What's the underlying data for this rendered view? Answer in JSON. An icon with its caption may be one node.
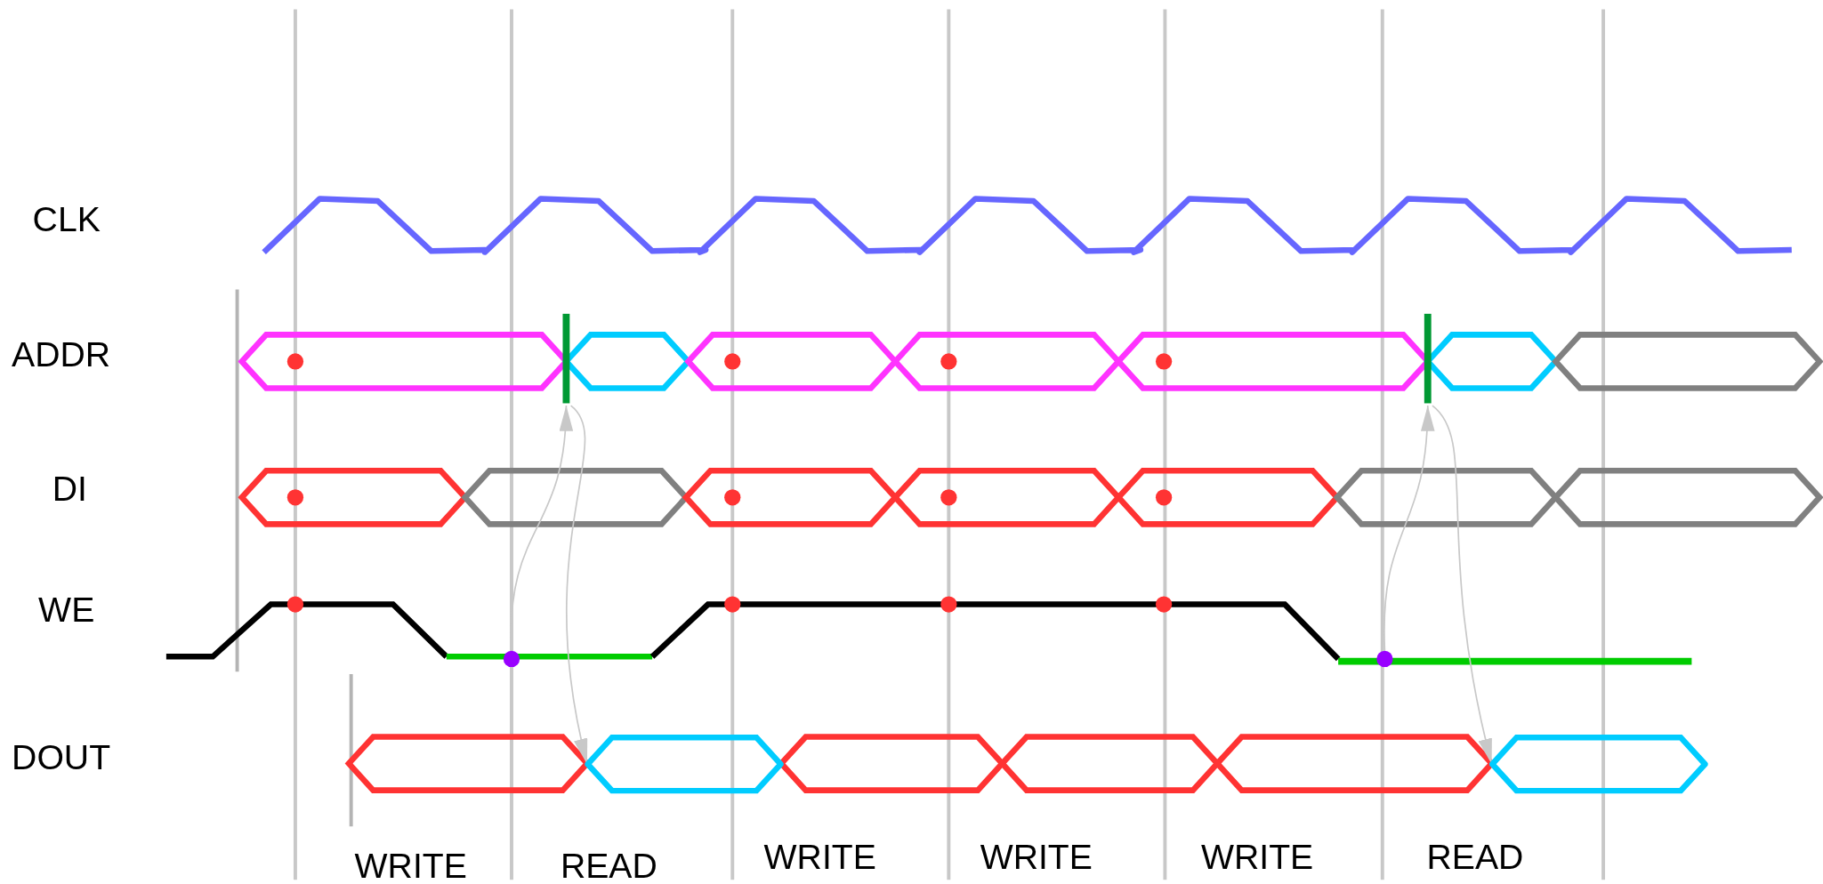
{
  "diagram": {
    "nodes": [
      {
        "text": [],
        "shape": "circle"
      },
      {
        "text": [],
        "shape": "bar"
      },
      {
        "text": [],
        "shape": "hexagon"
      },
      {
        "text": [],
        "shape": "circle"
      },
      {
        "text": [],
        "shape": "bar"
      },
      {
        "text": [],
        "shape": "hexagon"
      }
    ],
    "edges": [
      {
        "from": 0,
        "to": 1,
        "arrow": "to"
      },
      {
        "from": 1,
        "to": 2,
        "arrow": "to"
      },
      {
        "from": 3,
        "to": 4,
        "arrow": "to"
      },
      {
        "from": 4,
        "to": 5,
        "arrow": "to"
      }
    ],
    "labels": [
      "CLK",
      "ADDR",
      "DI",
      "WE",
      "DOUT",
      "WRITE",
      "READ",
      "WRITE",
      "WRITE",
      "WRITE",
      "READ"
    ]
  }
}
